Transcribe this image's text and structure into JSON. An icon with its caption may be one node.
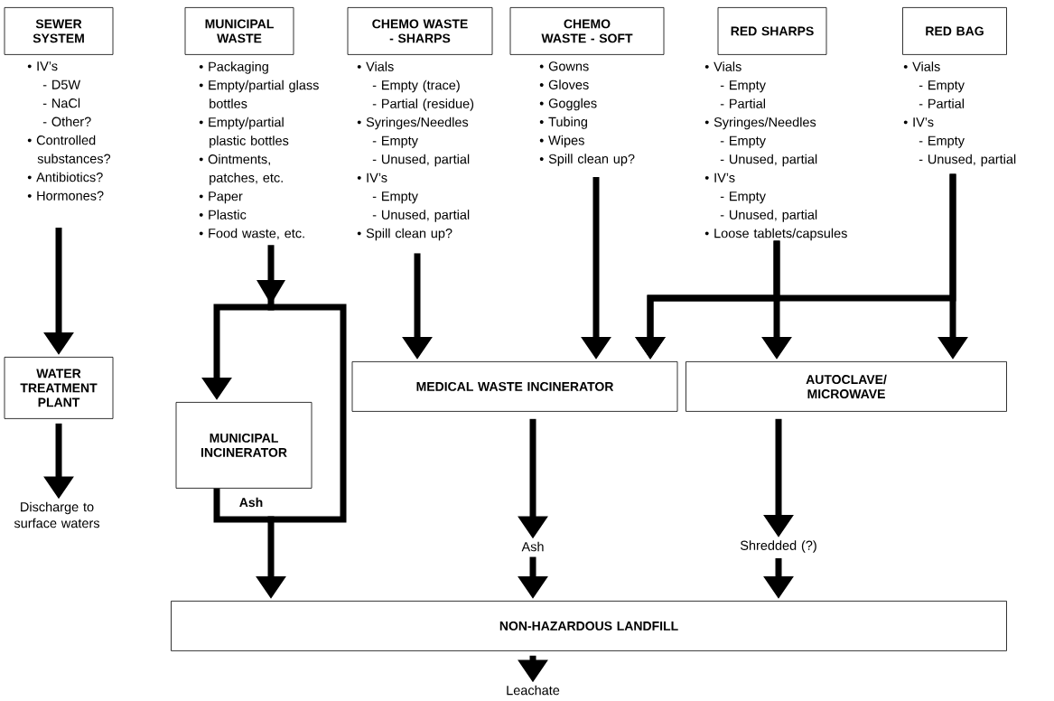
{
  "diagram": {
    "nodes": [
      {
        "text": [
          "SEWER SYSTEM"
        ]
      },
      {
        "text": [
          "• IV’s",
          "- D5W",
          "- NaCl",
          "- Other?",
          "• Controlled substances?",
          "• Antibiotics?",
          "• Hormones?"
        ]
      },
      {
        "text": [
          "MUNICIPAL WASTE"
        ]
      },
      {
        "text": [
          "• Packaging",
          "• Empty/partial glass bottles",
          "• Empty/partial plastic bottles",
          "• Ointments, patches, etc.",
          "• Paper",
          "• Plastic",
          "• Food waste, etc."
        ]
      },
      {
        "text": [
          "CHEMO WASTE - SHARPS"
        ]
      },
      {
        "text": [
          "• Vials",
          "- Empty (trace)",
          "- Partial (residue)",
          "• Syringes/Needles",
          "- Empty",
          "- Unused, partial",
          "• IV’s",
          "- Empty",
          "- Unused, partial",
          "• Spill clean up?"
        ]
      },
      {
        "text": [
          "CHEMO WASTE - SOFT"
        ]
      },
      {
        "text": [
          "• Gowns",
          "• Gloves",
          "• Goggles",
          "• Tubing",
          "• Wipes",
          "• Spill clean up?"
        ]
      },
      {
        "text": [
          "RED SHARPS"
        ]
      },
      {
        "text": [
          "• Vials",
          "- Empty",
          "- Partial",
          "• Syringes/Needles",
          "- Empty",
          "- Unused, partial",
          "• IV’s",
          "- Empty",
          "- Unused, partial",
          "• Loose tablets/capsules"
        ]
      },
      {
        "text": [
          "RED BAG"
        ]
      },
      {
        "text": [
          "• Vials",
          "- Empty",
          "- Partial",
          "• IV’s",
          "- Empty",
          "- Unused, partial"
        ]
      },
      {
        "text": [
          "WATER TREATMENT PLANT"
        ]
      },
      {
        "text": [
          "MUNICIPAL INCINERATOR"
        ]
      },
      {
        "text": [
          "MEDICAL WASTE INCINERATOR"
        ]
      },
      {
        "text": [
          "AUTOCLAVE/ MICROWAVE"
        ]
      },
      {
        "text": [
          "Discharge to surface waters"
        ]
      },
      {
        "text": [
          "Ash"
        ]
      },
      {
        "text": [
          "Shredded (?)"
        ]
      },
      {
        "text": [
          "NON-HAZARDOUS LANDFILL"
        ]
      },
      {
        "text": [
          "Leachate"
        ]
      }
    ],
    "edges": [
      {
        "from": 1,
        "to": 12,
        "arrow": "to"
      },
      {
        "from": 3,
        "to": 13,
        "arrow": "to"
      },
      {
        "from": 5,
        "to": 14,
        "arrow": "to"
      },
      {
        "from": 7,
        "to": 14,
        "arrow": "to"
      },
      {
        "from": 9,
        "to": 14,
        "arrow": "to"
      },
      {
        "from": 9,
        "to": 15,
        "arrow": "to"
      },
      {
        "from": 11,
        "to": 14,
        "arrow": "to"
      },
      {
        "from": 11,
        "to": 15,
        "arrow": "to"
      },
      {
        "from": 12,
        "to": 16,
        "arrow": "to"
      },
      {
        "from": 13,
        "to": 19,
        "arrow": "to",
        "label": "Ash"
      },
      {
        "from": 14,
        "to": 17,
        "arrow": "to"
      },
      {
        "from": 15,
        "to": 18,
        "arrow": "to"
      },
      {
        "from": 17,
        "to": 19,
        "arrow": "to"
      },
      {
        "from": 18,
        "to": 19,
        "arrow": "to"
      },
      {
        "from": 19,
        "to": 20,
        "arrow": "to"
      }
    ]
  }
}
